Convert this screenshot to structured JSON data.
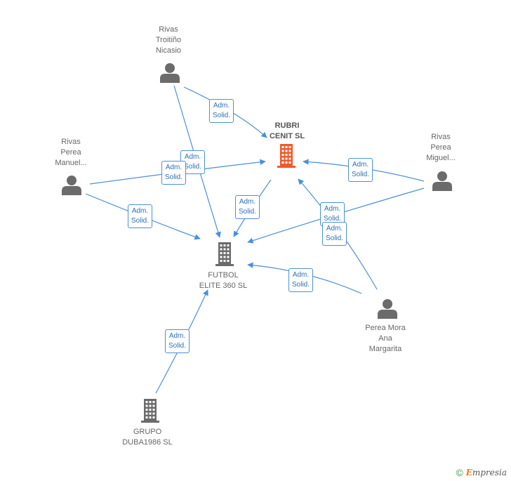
{
  "nodes": {
    "rubri": {
      "type": "company",
      "color": "#ee5a2c",
      "lines": [
        "RUBRI",
        "CENIT SL"
      ]
    },
    "futbol": {
      "type": "company",
      "color": "#6b6b6b",
      "lines": [
        "FUTBOL",
        "ELITE 360 SL"
      ]
    },
    "grupo": {
      "type": "company",
      "color": "#6b6b6b",
      "lines": [
        "GRUPO",
        "DUBA1986 SL"
      ]
    },
    "rivas_troitino": {
      "type": "person",
      "color": "#6b6b6b",
      "lines": [
        "Rivas",
        "Troitiño",
        "Nicasio"
      ]
    },
    "rivas_manuel": {
      "type": "person",
      "color": "#6b6b6b",
      "lines": [
        "Rivas",
        "Perea",
        "Manuel..."
      ]
    },
    "rivas_miguel": {
      "type": "person",
      "color": "#6b6b6b",
      "lines": [
        "Rivas",
        "Perea",
        "Miguel..."
      ]
    },
    "perea_mora": {
      "type": "person",
      "color": "#6b6b6b",
      "lines": [
        "Perea Mora",
        "Ana",
        "Margarita"
      ]
    }
  },
  "edges": [
    {
      "from": "rivas_troitino",
      "to": "rubri",
      "label": [
        "Adm.",
        "Solid."
      ]
    },
    {
      "from": "rivas_troitino",
      "to": "futbol",
      "label": [
        "Adm.",
        "Solid."
      ]
    },
    {
      "from": "rivas_manuel",
      "to": "rubri",
      "label": [
        "Adm.",
        "Solid."
      ]
    },
    {
      "from": "rivas_manuel",
      "to": "futbol",
      "label": [
        "Adm.",
        "Solid."
      ]
    },
    {
      "from": "rivas_miguel",
      "to": "rubri",
      "label": [
        "Adm.",
        "Solid."
      ]
    },
    {
      "from": "rivas_miguel",
      "to": "futbol",
      "label": [
        "Adm.",
        "Solid."
      ]
    },
    {
      "from": "rubri",
      "to": "futbol",
      "label": [
        "Adm.",
        "Solid."
      ]
    },
    {
      "from": "perea_mora",
      "to": "rubri",
      "label": [
        "Adm.",
        "Solid."
      ]
    },
    {
      "from": "perea_mora",
      "to": "futbol",
      "label": [
        "Adm.",
        "Solid."
      ]
    },
    {
      "from": "grupo",
      "to": "futbol",
      "label": [
        "Adm.",
        "Solid."
      ]
    }
  ],
  "colors": {
    "edge": "#4a90d9"
  },
  "footer": {
    "copyright": "©",
    "brand_initial": "E",
    "brand_rest": "mpresia"
  }
}
